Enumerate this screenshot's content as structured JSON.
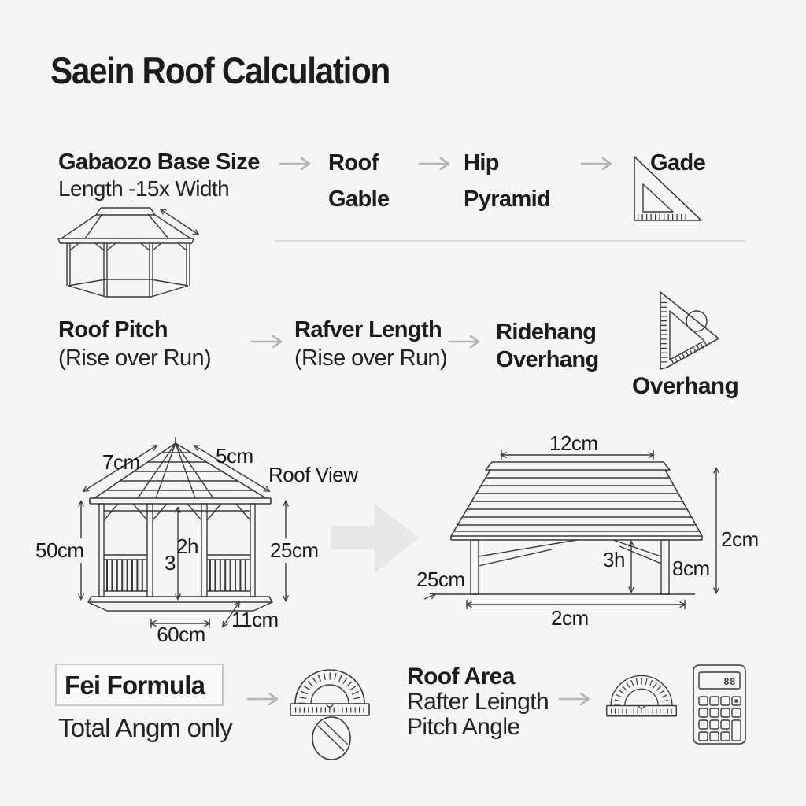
{
  "title": "Saein Roof Calculation",
  "row1": {
    "step1_title": "Gabaozo Base Size",
    "step1_subtitle": "Length -15x Width",
    "step2_line1": "Roof",
    "step2_line2": "Gable",
    "step3_line1": "Hip",
    "step3_line2": "Pyramid",
    "step4_label": "Gade",
    "step4_icon": "set-square-ruler-icon"
  },
  "row2": {
    "step1_title": "Roof Pitch",
    "step1_subtitle": "(Rise over Run)",
    "step2_title": "Rafver Length",
    "step2_subtitle": "(Rise over Run)",
    "step3_line1": "Ridehang",
    "step3_line2": "Overhang",
    "step4_label": "Overhang",
    "step4_icon": "speed-square-icon"
  },
  "gazebo_labels": {
    "slope_left": "7cm",
    "slope_right": "5cm",
    "caption": "Roof View",
    "height_left": "50cm",
    "height_center_a": "2h",
    "height_center_b": "3",
    "height_right": "25cm",
    "width_base": "60cm",
    "depth_side": "11cm"
  },
  "pavilion_labels": {
    "ridge": "12cm",
    "height_total": "2cm",
    "height_post": "3h",
    "post": "8cm",
    "offset_left": "25cm",
    "width_base": "2cm"
  },
  "row3": {
    "step1_title": "Fei Formula",
    "step1_subtitle": "Total Angm only",
    "step2_line1": "Roof Area",
    "step2_line2": "Rafter Leingth",
    "step2_line3": "Pitch Angle",
    "calculator_display": "88",
    "icons": [
      "protractor-icon",
      "prohibition-circle-icon",
      "protractor-icon",
      "calculator-icon"
    ]
  },
  "colors": {
    "background": "#f5f5f3",
    "text": "#1c1c1e",
    "line_art": "#3a3a3a",
    "flow_arrow": "#b5b5b3",
    "big_arrow": "#e7e7e5",
    "divider": "#d8d8d6"
  }
}
